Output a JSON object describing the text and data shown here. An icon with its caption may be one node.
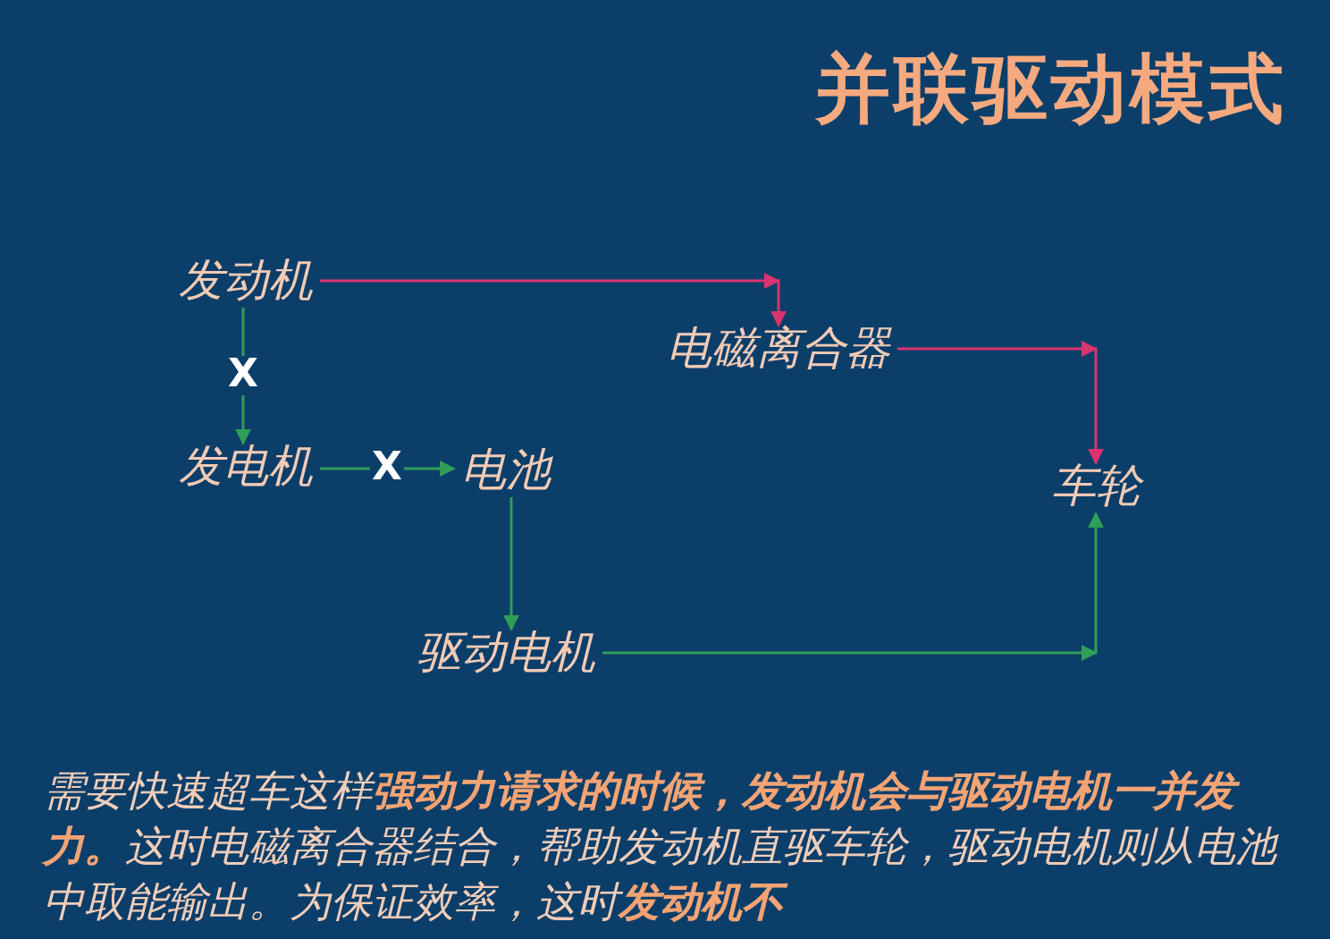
{
  "diagram": {
    "title": "并联驱动模式",
    "caption": "需要快速超车这样**强动力请求的时候，发动机会与驱动电机一并发力。**这时电磁离合器结合，帮助发动机直驱车轮，驱动电机则从电池中取能输出。为保证效率，这时**发动机不**",
    "nodes": [
      {
        "text": [
          "发动机"
        ]
      },
      {
        "text": [
          "电磁离合器"
        ]
      },
      {
        "text": [
          "发电机"
        ]
      },
      {
        "text": [
          "电池"
        ]
      },
      {
        "text": [
          "车轮"
        ]
      },
      {
        "text": [
          "驱动电机"
        ]
      }
    ],
    "edges": [
      {
        "from": 0,
        "to": 1,
        "arrow": "to",
        "color": "#d9346f"
      },
      {
        "from": 1,
        "to": 4,
        "arrow": "to",
        "color": "#d9346f"
      },
      {
        "from": 0,
        "to": 2,
        "arrow": "to",
        "label": "X"
      },
      {
        "from": 2,
        "to": 3,
        "arrow": "to",
        "label": "X"
      },
      {
        "from": 3,
        "to": 5,
        "arrow": "to"
      },
      {
        "from": 5,
        "to": 4,
        "arrow": "to"
      }
    ]
  }
}
